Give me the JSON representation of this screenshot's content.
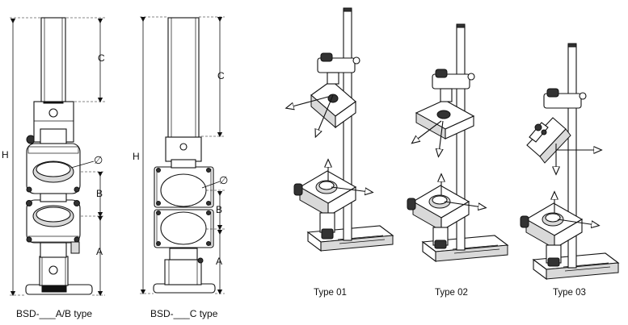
{
  "dimension_labels": {
    "c": "C",
    "h": "H",
    "b": "B",
    "a": "A",
    "diameter": "∅"
  },
  "captions": {
    "ab_type": "BSD-___A/B type",
    "c_type": "BSD-___C type",
    "type_01": "Type 01",
    "type_02": "Type 02",
    "type_03": "Type 03"
  }
}
